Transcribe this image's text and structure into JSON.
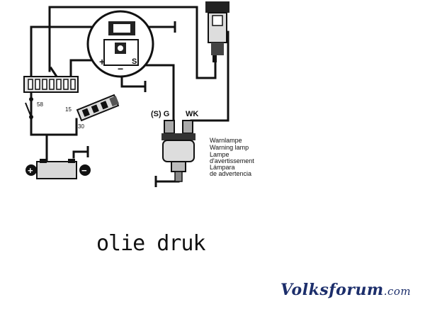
{
  "diagram": {
    "terminals": {
      "plus": "+",
      "minus": "−",
      "s": "S",
      "t58": "58",
      "t15": "15",
      "t30": "30",
      "sg": "(S) G",
      "wk": "WK"
    },
    "battery": {
      "plus": "+",
      "minus": "−"
    },
    "warning_lamp_labels": [
      "Warnlampe",
      "Warning lamp",
      "Lampe",
      "d'avertissement",
      "Lámpara",
      "de advertencia"
    ]
  },
  "caption": "olie druk",
  "watermark": {
    "brand": "Volksforum",
    "domain": ".com"
  }
}
